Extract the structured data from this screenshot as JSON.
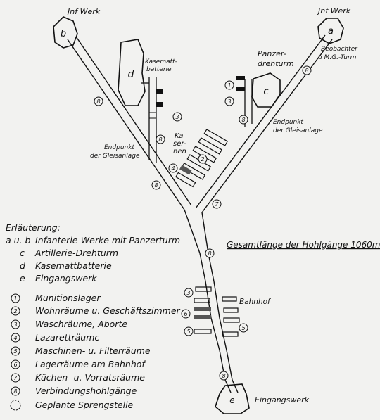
{
  "labels": {
    "inf_werk_left": "Jnf Werk",
    "inf_werk_right": "Jnf Werk",
    "werk_a": "a",
    "werk_b": "b",
    "werk_c": "c",
    "werk_d": "d",
    "werk_e": "e",
    "kasematt_1": "Kasematt-",
    "kasematt_2": "batterie",
    "panzer_1": "Panzer-",
    "panzer_2": "drehturm",
    "beobachter_1": "Beobachter",
    "beobachter_2": "u M.G.-Turm",
    "endpunkt_left_1": "Endpunkt",
    "endpunkt_left_2": "der Gleisanlage",
    "endpunkt_right_1": "Endpunkt",
    "endpunkt_right_2": "der Gleisanlage",
    "kasernen_1": "Ka",
    "kasernen_2": "ser-",
    "kasernen_3": "nen",
    "bahnhof": "Bahnhof",
    "eingangswerk": "Eingangswerk",
    "gesamtlaenge": "Gesamtlänge der Hohlgänge 1060m."
  },
  "legend": {
    "title": "Erläuterung:",
    "items": [
      {
        "key": "a u. b",
        "text": "Infanterie-Werke mit Panzerturm"
      },
      {
        "key": "c",
        "text": "Artillerie-Drehturm"
      },
      {
        "key": "d",
        "text": "Kasemattbatterie"
      },
      {
        "key": "e",
        "text": "Eingangswerk"
      },
      {
        "key": "1",
        "text": "Munitionslager"
      },
      {
        "key": "2",
        "text": "Wohnräume u. Geschäftszimmer"
      },
      {
        "key": "3",
        "text": "Waschräume, Aborte"
      },
      {
        "key": "4",
        "text": "Lazaretträumc"
      },
      {
        "key": "5",
        "text": "Maschinen- u. Filterräume"
      },
      {
        "key": "6",
        "text": "Lagerräume am Bahnhof"
      },
      {
        "key": "7",
        "text": "Küchen- u. Vorratsräume"
      },
      {
        "key": "8",
        "text": "Verbindungshohlgänge"
      },
      {
        "key": "",
        "text": "Geplante Sprengstelle"
      }
    ]
  },
  "markers": {
    "one": "1",
    "two": "2",
    "three": "3",
    "four": "4",
    "five": "5",
    "six": "6",
    "seven": "7",
    "eight": "8"
  }
}
